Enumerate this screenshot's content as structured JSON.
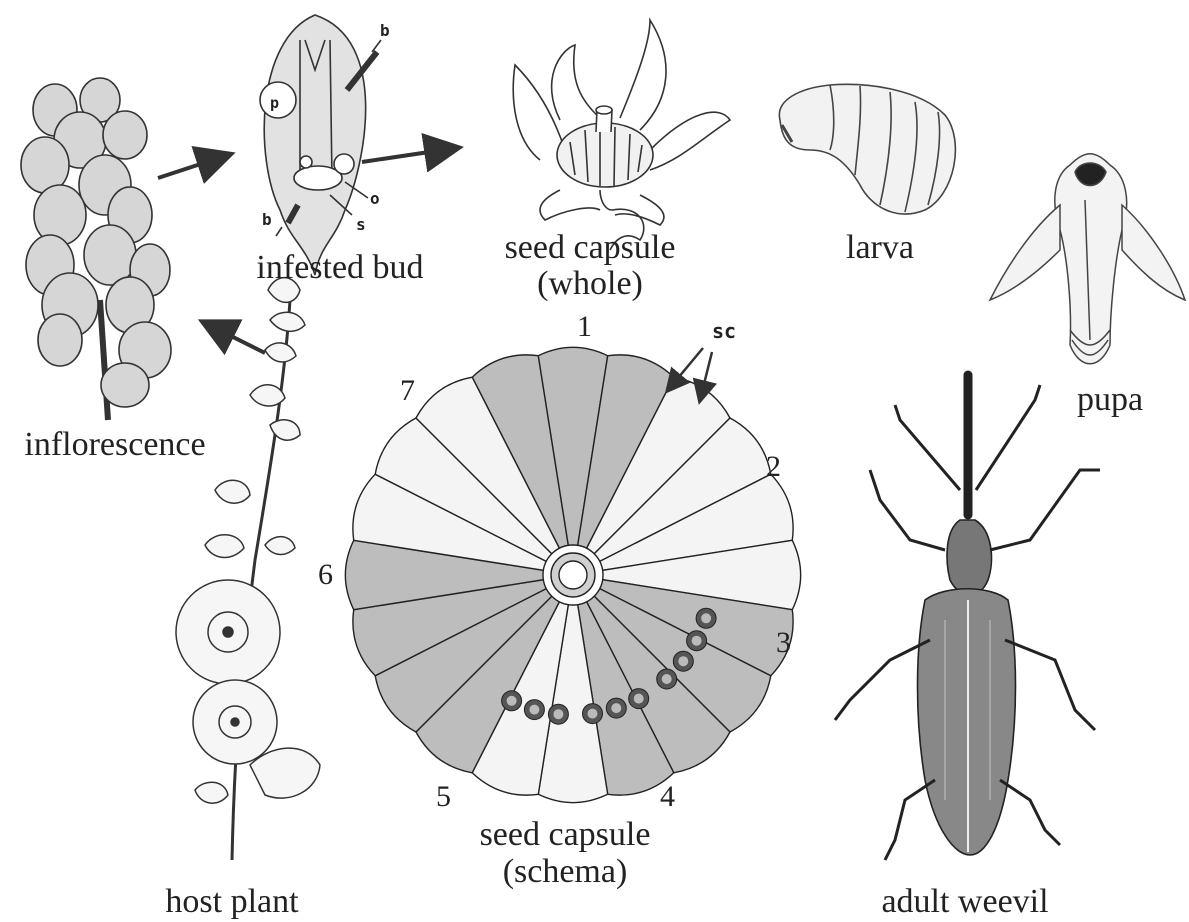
{
  "labels": {
    "inflorescence": "inflorescence",
    "infested_bud": "infested bud",
    "seed_capsule_whole_1": "seed capsule",
    "seed_capsule_whole_2": "(whole)",
    "larva": "larva",
    "pupa": "pupa",
    "host_plant": "host plant",
    "seed_capsule_schema_1": "seed capsule",
    "seed_capsule_schema_2": "(schema)",
    "adult_weevil": "adult weevil"
  },
  "bud_letters": {
    "p": "p",
    "b_top": "b",
    "b_bottom": "b",
    "o": "o",
    "s": "s"
  },
  "schema": {
    "sc": "sc",
    "sector_numbers": [
      "1",
      "2",
      "3",
      "4",
      "5",
      "6",
      "7"
    ]
  },
  "colors": {
    "ink": "#222222",
    "shade": "#bdbdbd",
    "light": "#f4f4f4"
  }
}
